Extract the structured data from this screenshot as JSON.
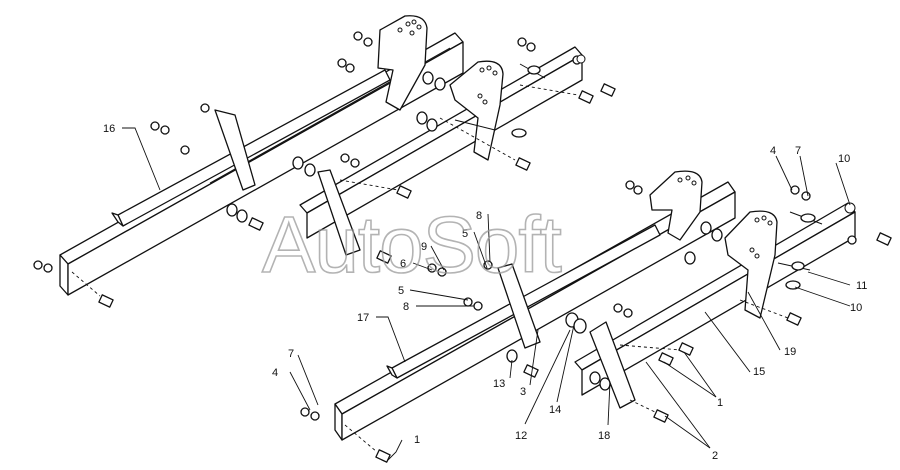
{
  "watermark": "AutoSoft",
  "callouts": [
    {
      "id": "c16",
      "text": "16"
    },
    {
      "id": "c4a",
      "text": "4"
    },
    {
      "id": "c7a",
      "text": "7"
    },
    {
      "id": "c10a",
      "text": "10"
    },
    {
      "id": "c8a",
      "text": "8"
    },
    {
      "id": "c5a",
      "text": "5"
    },
    {
      "id": "c9",
      "text": "9"
    },
    {
      "id": "c6",
      "text": "6"
    },
    {
      "id": "c5b",
      "text": "5"
    },
    {
      "id": "c8b",
      "text": "8"
    },
    {
      "id": "c17",
      "text": "17"
    },
    {
      "id": "c11",
      "text": "11"
    },
    {
      "id": "c10b",
      "text": "10"
    },
    {
      "id": "c19",
      "text": "19"
    },
    {
      "id": "c15",
      "text": "15"
    },
    {
      "id": "c7b",
      "text": "7"
    },
    {
      "id": "c4b",
      "text": "4"
    },
    {
      "id": "c13",
      "text": "13"
    },
    {
      "id": "c3",
      "text": "3"
    },
    {
      "id": "c14",
      "text": "14"
    },
    {
      "id": "c12",
      "text": "12"
    },
    {
      "id": "c18",
      "text": "18"
    },
    {
      "id": "c1a",
      "text": "1"
    },
    {
      "id": "c1b",
      "text": "1"
    },
    {
      "id": "c2",
      "text": "2"
    }
  ]
}
